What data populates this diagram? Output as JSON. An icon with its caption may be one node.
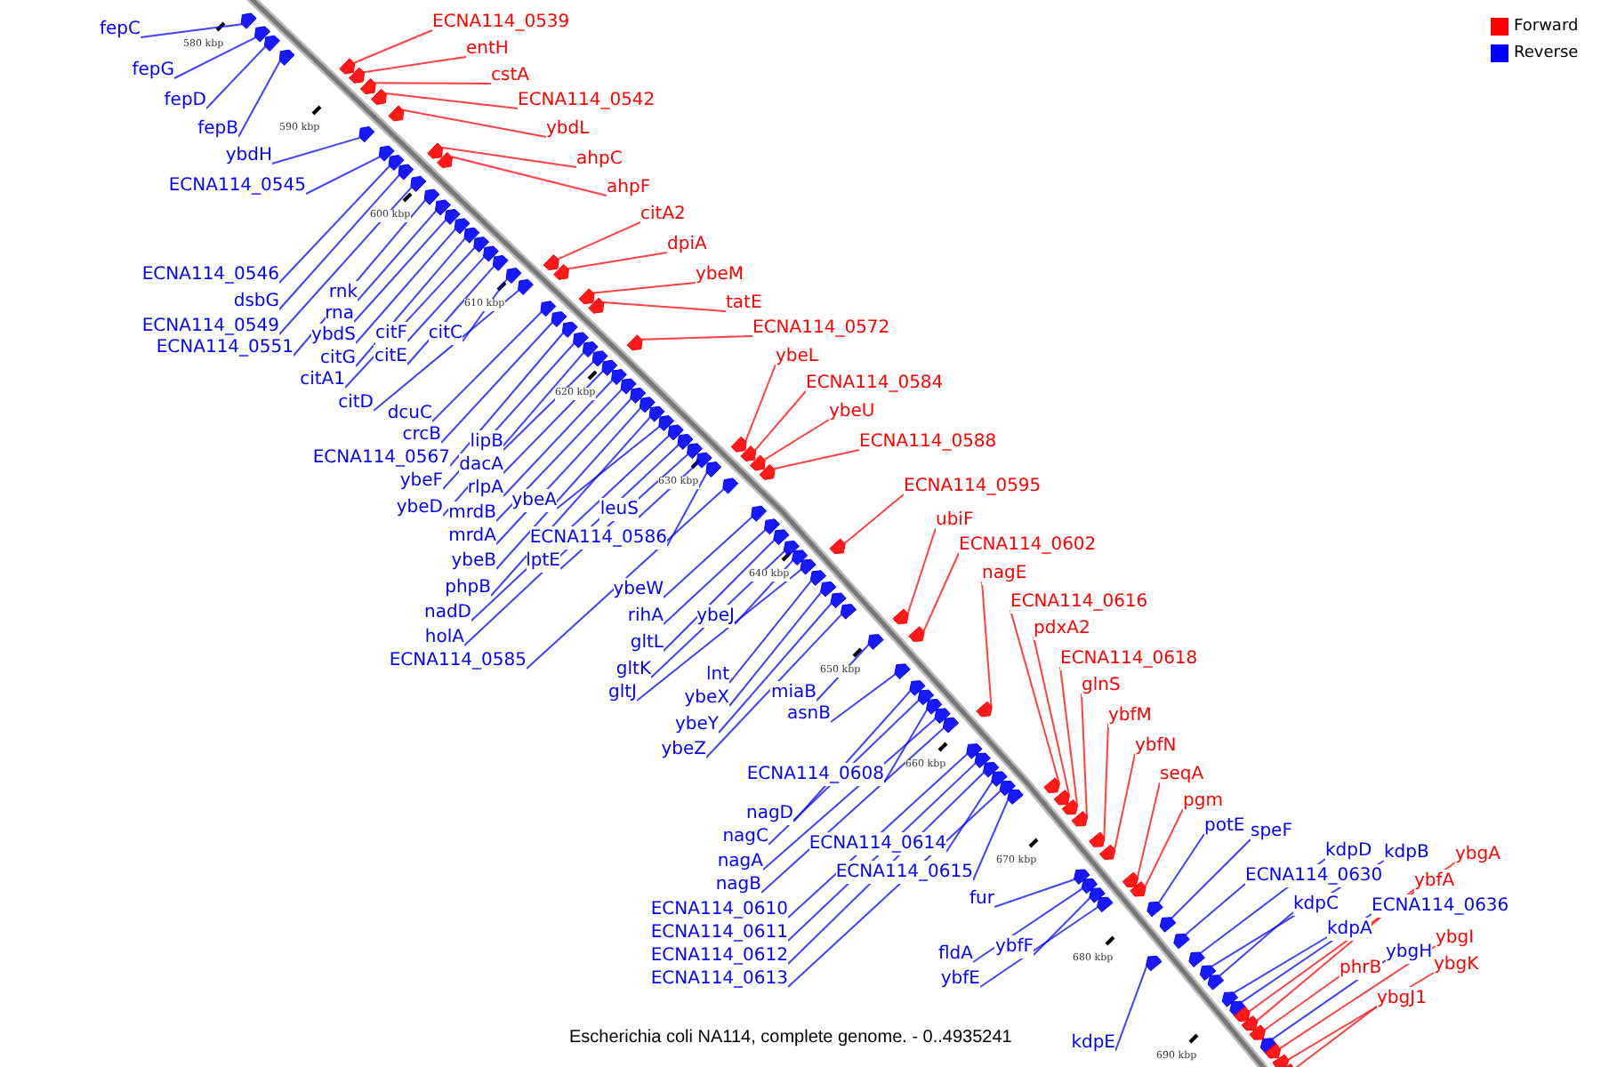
{
  "diagram": {
    "caption": "Escherichia coli NA114, complete genome. - 0..4935241",
    "nodes": [
      {
        "text": [
          "fepC"
        ]
      },
      {
        "text": [
          "fepG"
        ]
      },
      {
        "text": [
          "fepD"
        ]
      },
      {
        "text": [
          "fepB"
        ]
      },
      {
        "text": [
          "ybdH"
        ]
      },
      {
        "text": [
          "ECNA114_0545"
        ]
      },
      {
        "text": [
          "ECNA114_0546"
        ]
      },
      {
        "text": [
          "dsbG"
        ]
      },
      {
        "text": [
          "ECNA114_0549"
        ]
      },
      {
        "text": [
          "ECNA114_0551"
        ]
      },
      {
        "text": [
          "rnk"
        ]
      },
      {
        "text": [
          "rna"
        ]
      },
      {
        "text": [
          "ybdS"
        ]
      },
      {
        "text": [
          "citG"
        ]
      },
      {
        "text": [
          "citA1"
        ]
      },
      {
        "text": [
          "citF"
        ]
      },
      {
        "text": [
          "citE"
        ]
      },
      {
        "text": [
          "citC"
        ]
      },
      {
        "text": [
          "citD"
        ]
      },
      {
        "text": [
          "dcuC"
        ]
      },
      {
        "text": [
          "crcB"
        ]
      },
      {
        "text": [
          "ECNA114_0567"
        ]
      },
      {
        "text": [
          "ybeF"
        ]
      },
      {
        "text": [
          "ybeD"
        ]
      },
      {
        "text": [
          "lipB"
        ]
      },
      {
        "text": [
          "dacA"
        ]
      },
      {
        "text": [
          "rlpA"
        ]
      },
      {
        "text": [
          "mrdB"
        ]
      },
      {
        "text": [
          "mrdA"
        ]
      },
      {
        "text": [
          "ybeB"
        ]
      },
      {
        "text": [
          "phpB"
        ]
      },
      {
        "text": [
          "nadD"
        ]
      },
      {
        "text": [
          "holA"
        ]
      },
      {
        "text": [
          "ECNA114_0585"
        ]
      },
      {
        "text": [
          "ybeA"
        ]
      },
      {
        "text": [
          "lptE"
        ]
      },
      {
        "text": [
          "leuS"
        ]
      },
      {
        "text": [
          "ECNA114_0586"
        ]
      },
      {
        "text": [
          "ybeW"
        ]
      },
      {
        "text": [
          "rihA"
        ]
      },
      {
        "text": [
          "gltL"
        ]
      },
      {
        "text": [
          "gltK"
        ]
      },
      {
        "text": [
          "gltJ"
        ]
      },
      {
        "text": [
          "ybeJ"
        ]
      },
      {
        "text": [
          "lnt"
        ]
      },
      {
        "text": [
          "ybeX"
        ]
      },
      {
        "text": [
          "ybeY"
        ]
      },
      {
        "text": [
          "ybeZ"
        ]
      },
      {
        "text": [
          "miaB"
        ]
      },
      {
        "text": [
          "asnB"
        ]
      },
      {
        "text": [
          "ECNA114_0608"
        ]
      },
      {
        "text": [
          "nagD"
        ]
      },
      {
        "text": [
          "nagC"
        ]
      },
      {
        "text": [
          "nagA"
        ]
      },
      {
        "text": [
          "nagB"
        ]
      },
      {
        "text": [
          "ECNA114_0614"
        ]
      },
      {
        "text": [
          "ECNA114_0615"
        ]
      },
      {
        "text": [
          "ECNA114_0610"
        ]
      },
      {
        "text": [
          "ECNA114_0611"
        ]
      },
      {
        "text": [
          "ECNA114_0612"
        ]
      },
      {
        "text": [
          "ECNA114_0613"
        ]
      },
      {
        "text": [
          "fur"
        ]
      },
      {
        "text": [
          "fldA"
        ]
      },
      {
        "text": [
          "ybfF"
        ]
      },
      {
        "text": [
          "ybfE"
        ]
      },
      {
        "text": [
          "kdpE"
        ]
      },
      {
        "text": [
          "ECNA114_0539"
        ]
      },
      {
        "text": [
          "entH"
        ]
      },
      {
        "text": [
          "cstA"
        ]
      },
      {
        "text": [
          "ECNA114_0542"
        ]
      },
      {
        "text": [
          "ybdL"
        ]
      },
      {
        "text": [
          "ahpC"
        ]
      },
      {
        "text": [
          "ahpF"
        ]
      },
      {
        "text": [
          "citA2"
        ]
      },
      {
        "text": [
          "dpiA"
        ]
      },
      {
        "text": [
          "ybeM"
        ]
      },
      {
        "text": [
          "tatE"
        ]
      },
      {
        "text": [
          "ECNA114_0572"
        ]
      },
      {
        "text": [
          "ybeL"
        ]
      },
      {
        "text": [
          "ECNA114_0584"
        ]
      },
      {
        "text": [
          "ybeU"
        ]
      },
      {
        "text": [
          "ECNA114_0588"
        ]
      },
      {
        "text": [
          "ECNA114_0595"
        ]
      },
      {
        "text": [
          "ubiF"
        ]
      },
      {
        "text": [
          "ECNA114_0602"
        ]
      },
      {
        "text": [
          "nagE"
        ]
      },
      {
        "text": [
          "ECNA114_0616"
        ]
      },
      {
        "text": [
          "pdxA2"
        ]
      },
      {
        "text": [
          "ECNA114_0618"
        ]
      },
      {
        "text": [
          "glnS"
        ]
      },
      {
        "text": [
          "ybfM"
        ]
      },
      {
        "text": [
          "ybfN"
        ]
      },
      {
        "text": [
          "seqA"
        ]
      },
      {
        "text": [
          "pgm"
        ]
      },
      {
        "text": [
          "potE"
        ]
      },
      {
        "text": [
          "speF"
        ]
      },
      {
        "text": [
          "kdpD"
        ]
      },
      {
        "text": [
          "kdpB"
        ]
      },
      {
        "text": [
          "ECNA114_0630"
        ]
      },
      {
        "text": [
          "kdpC"
        ]
      },
      {
        "text": [
          "kdpA"
        ]
      },
      {
        "text": [
          "ECNA114_0636"
        ]
      },
      {
        "text": [
          "ybgH"
        ]
      },
      {
        "text": [
          "ybgA"
        ]
      },
      {
        "text": [
          "ybfA"
        ]
      },
      {
        "text": [
          "phrB"
        ]
      },
      {
        "text": [
          "ybgI"
        ]
      },
      {
        "text": [
          "ybgK"
        ]
      },
      {
        "text": [
          "ybgJ1"
        ]
      },
      {
        "text": [],
        "shape": "arrow"
      },
      {
        "text": [],
        "shape": "arrow"
      },
      {
        "text": [],
        "shape": "arrow"
      },
      {
        "text": [],
        "shape": "arrow"
      },
      {
        "text": [],
        "shape": "arrow"
      },
      {
        "text": [],
        "shape": "arrow"
      },
      {
        "text": [],
        "shape": "arrow"
      },
      {
        "text": [],
        "shape": "arrow"
      },
      {
        "text": [],
        "shape": "arrow"
      },
      {
        "text": [],
        "shape": "arrow"
      },
      {
        "text": [],
        "shape": "arrow"
      },
      {
        "text": [],
        "shape": "arrow"
      },
      {
        "text": [],
        "shape": "arrow"
      },
      {
        "text": [],
        "shape": "arrow"
      },
      {
        "text": [],
        "shape": "arrow"
      },
      {
        "text": [],
        "shape": "arrow"
      },
      {
        "text": [],
        "shape": "arrow"
      },
      {
        "text": [],
        "shape": "arrow"
      },
      {
        "text": [],
        "shape": "arrow"
      },
      {
        "text": [],
        "shape": "arrow"
      },
      {
        "text": [],
        "shape": "arrow"
      },
      {
        "text": [],
        "shape": "arrow"
      },
      {
        "text": [],
        "shape": "arrow"
      },
      {
        "text": [],
        "shape": "arrow"
      },
      {
        "text": [],
        "shape": "arrow"
      },
      {
        "text": [],
        "shape": "arrow"
      },
      {
        "text": [],
        "shape": "arrow"
      },
      {
        "text": [],
        "shape": "arrow"
      },
      {
        "text": [],
        "shape": "arrow"
      },
      {
        "text": [],
        "shape": "arrow"
      },
      {
        "text": [],
        "shape": "arrow"
      },
      {
        "text": [],
        "shape": "arrow"
      },
      {
        "text": [],
        "shape": "arrow"
      },
      {
        "text": [],
        "shape": "arrow"
      },
      {
        "text": [],
        "shape": "arrow"
      },
      {
        "text": [],
        "shape": "arrow"
      },
      {
        "text": [],
        "shape": "arrow"
      },
      {
        "text": [],
        "shape": "arrow"
      },
      {
        "text": [],
        "shape": "arrow"
      },
      {
        "text": [],
        "shape": "arrow"
      },
      {
        "text": [],
        "shape": "arrow"
      },
      {
        "text": [],
        "shape": "arrow"
      },
      {
        "text": [],
        "shape": "arrow"
      },
      {
        "text": [],
        "shape": "arrow"
      },
      {
        "text": [],
        "shape": "arrow"
      },
      {
        "text": [],
        "shape": "arrow"
      },
      {
        "text": [],
        "shape": "arrow"
      },
      {
        "text": [],
        "shape": "arrow"
      },
      {
        "text": [],
        "shape": "arrow"
      },
      {
        "text": [],
        "shape": "arrow"
      },
      {
        "text": [],
        "shape": "arrow"
      },
      {
        "text": [],
        "shape": "arrow"
      },
      {
        "text": [],
        "shape": "arrow"
      },
      {
        "text": [],
        "shape": "arrow"
      },
      {
        "text": [],
        "shape": "arrow"
      },
      {
        "text": [],
        "shape": "arrow"
      },
      {
        "text": [],
        "shape": "arrow"
      },
      {
        "text": [],
        "shape": "arrow"
      },
      {
        "text": [],
        "shape": "arrow"
      },
      {
        "text": [],
        "shape": "arrow"
      },
      {
        "text": [],
        "shape": "arrow"
      },
      {
        "text": [],
        "shape": "arrow"
      },
      {
        "text": [],
        "shape": "arrow"
      },
      {
        "text": [],
        "shape": "arrow"
      },
      {
        "text": [],
        "shape": "arrow"
      },
      {
        "text": [],
        "shape": "arrow"
      },
      {
        "text": [],
        "shape": "arrow"
      },
      {
        "text": [],
        "shape": "arrow"
      },
      {
        "text": [],
        "shape": "arrow"
      },
      {
        "text": [],
        "shape": "arrow"
      },
      {
        "text": [],
        "shape": "arrow"
      },
      {
        "text": [],
        "shape": "arrow"
      },
      {
        "text": [],
        "shape": "arrow"
      },
      {
        "text": [],
        "shape": "arrow"
      },
      {
        "text": [],
        "shape": "arrow"
      },
      {
        "text": [],
        "shape": "arrow"
      },
      {
        "text": [],
        "shape": "arrow"
      },
      {
        "text": [],
        "shape": "arrow"
      },
      {
        "text": [],
        "shape": "arrow"
      },
      {
        "text": [],
        "shape": "arrow"
      },
      {
        "text": [],
        "shape": "arrow"
      },
      {
        "text": [],
        "shape": "arrow"
      },
      {
        "text": [],
        "shape": "arrow"
      },
      {
        "text": [],
        "shape": "arrow"
      },
      {
        "text": [],
        "shape": "arrow"
      },
      {
        "text": [],
        "shape": "arrow"
      },
      {
        "text": [],
        "shape": "arrow"
      },
      {
        "text": [],
        "shape": "arrow"
      },
      {
        "text": [],
        "shape": "arrow"
      },
      {
        "text": [],
        "shape": "arrow"
      },
      {
        "text": [],
        "shape": "arrow"
      },
      {
        "text": [],
        "shape": "arrow"
      },
      {
        "text": [],
        "shape": "arrow"
      },
      {
        "text": [],
        "shape": "arrow"
      },
      {
        "text": [],
        "shape": "arrow"
      },
      {
        "text": [],
        "shape": "arrow"
      },
      {
        "text": [],
        "shape": "arrow"
      },
      {
        "text": [],
        "shape": "arrow"
      },
      {
        "text": [],
        "shape": "arrow"
      },
      {
        "text": [],
        "shape": "arrow"
      },
      {
        "text": [],
        "shape": "arrow"
      },
      {
        "text": [],
        "shape": "arrow"
      },
      {
        "text": [],
        "shape": "arrow"
      },
      {
        "text": [],
        "shape": "arrow"
      },
      {
        "text": [],
        "shape": "arrow"
      },
      {
        "text": [],
        "shape": "arrow"
      },
      {
        "text": [],
        "shape": "arrow"
      },
      {
        "text": [],
        "shape": "arrow"
      },
      {
        "text": [],
        "shape": "arrow"
      }
    ],
    "edges": [
      {
        "from": 0,
        "to": 109,
        "arrow": "none"
      },
      {
        "from": 1,
        "to": 110,
        "arrow": "none"
      },
      {
        "from": 2,
        "to": 111,
        "arrow": "none"
      },
      {
        "from": 3,
        "to": 112,
        "arrow": "none"
      },
      {
        "from": 4,
        "to": 113,
        "arrow": "none"
      },
      {
        "from": 5,
        "to": 114,
        "arrow": "none"
      },
      {
        "from": 6,
        "to": 115,
        "arrow": "none"
      },
      {
        "from": 7,
        "to": 116,
        "arrow": "none"
      },
      {
        "from": 8,
        "to": 117,
        "arrow": "none"
      },
      {
        "from": 9,
        "to": 118,
        "arrow": "none"
      },
      {
        "from": 10,
        "to": 119,
        "arrow": "none"
      },
      {
        "from": 11,
        "to": 120,
        "arrow": "none"
      },
      {
        "from": 12,
        "to": 121,
        "arrow": "none"
      },
      {
        "from": 13,
        "to": 122,
        "arrow": "none"
      },
      {
        "from": 14,
        "to": 123,
        "arrow": "none"
      },
      {
        "from": 15,
        "to": 124,
        "arrow": "none"
      },
      {
        "from": 16,
        "to": 125,
        "arrow": "none"
      },
      {
        "from": 17,
        "to": 126,
        "arrow": "none"
      },
      {
        "from": 18,
        "to": 127,
        "arrow": "none"
      },
      {
        "from": 19,
        "to": 128,
        "arrow": "none"
      },
      {
        "from": 20,
        "to": 129,
        "arrow": "none"
      },
      {
        "from": 21,
        "to": 130,
        "arrow": "none"
      },
      {
        "from": 22,
        "to": 131,
        "arrow": "none"
      },
      {
        "from": 23,
        "to": 132,
        "arrow": "none"
      },
      {
        "from": 24,
        "to": 133,
        "arrow": "none"
      },
      {
        "from": 25,
        "to": 134,
        "arrow": "none"
      },
      {
        "from": 26,
        "to": 135,
        "arrow": "none"
      },
      {
        "from": 27,
        "to": 136,
        "arrow": "none"
      },
      {
        "from": 28,
        "to": 137,
        "arrow": "none"
      },
      {
        "from": 29,
        "to": 138,
        "arrow": "none"
      },
      {
        "from": 30,
        "to": 139,
        "arrow": "none"
      },
      {
        "from": 31,
        "to": 140,
        "arrow": "none"
      },
      {
        "from": 32,
        "to": 141,
        "arrow": "none"
      },
      {
        "from": 33,
        "to": 142,
        "arrow": "none"
      },
      {
        "from": 34,
        "to": 143,
        "arrow": "none"
      },
      {
        "from": 35,
        "to": 144,
        "arrow": "none"
      },
      {
        "from": 36,
        "to": 145,
        "arrow": "none"
      },
      {
        "from": 37,
        "to": 146,
        "arrow": "none"
      },
      {
        "from": 38,
        "to": 147,
        "arrow": "none"
      },
      {
        "from": 39,
        "to": 148,
        "arrow": "none"
      },
      {
        "from": 40,
        "to": 149,
        "arrow": "none"
      },
      {
        "from": 41,
        "to": 150,
        "arrow": "none"
      },
      {
        "from": 42,
        "to": 151,
        "arrow": "none"
      },
      {
        "from": 43,
        "to": 152,
        "arrow": "none"
      },
      {
        "from": 44,
        "to": 153,
        "arrow": "none"
      },
      {
        "from": 45,
        "to": 154,
        "arrow": "none"
      },
      {
        "from": 46,
        "to": 155,
        "arrow": "none"
      },
      {
        "from": 47,
        "to": 156,
        "arrow": "none"
      },
      {
        "from": 48,
        "to": 157,
        "arrow": "none"
      },
      {
        "from": 49,
        "to": 158,
        "arrow": "none"
      },
      {
        "from": 50,
        "to": 159,
        "arrow": "none"
      },
      {
        "from": 51,
        "to": 160,
        "arrow": "none"
      },
      {
        "from": 52,
        "to": 161,
        "arrow": "none"
      },
      {
        "from": 53,
        "to": 162,
        "arrow": "none"
      },
      {
        "from": 54,
        "to": 163,
        "arrow": "none"
      },
      {
        "from": 55,
        "to": 164,
        "arrow": "none"
      },
      {
        "from": 56,
        "to": 165,
        "arrow": "none"
      },
      {
        "from": 57,
        "to": 166,
        "arrow": "none"
      },
      {
        "from": 58,
        "to": 167,
        "arrow": "none"
      },
      {
        "from": 59,
        "to": 168,
        "arrow": "none"
      },
      {
        "from": 60,
        "to": 169,
        "arrow": "none"
      },
      {
        "from": 61,
        "to": 170,
        "arrow": "none"
      },
      {
        "from": 62,
        "to": 171,
        "arrow": "none"
      },
      {
        "from": 63,
        "to": 172,
        "arrow": "none"
      },
      {
        "from": 64,
        "to": 173,
        "arrow": "none"
      },
      {
        "from": 65,
        "to": 174,
        "arrow": "none"
      },
      {
        "from": 66,
        "to": 175,
        "arrow": "none",
        "color": "#ff0000"
      },
      {
        "from": 67,
        "to": 176,
        "arrow": "none",
        "color": "#ff0000"
      },
      {
        "from": 68,
        "to": 177,
        "arrow": "none",
        "color": "#ff0000"
      },
      {
        "from": 69,
        "to": 178,
        "arrow": "none",
        "color": "#ff0000"
      },
      {
        "from": 70,
        "to": 179,
        "arrow": "none",
        "color": "#ff0000"
      },
      {
        "from": 71,
        "to": 180,
        "arrow": "none",
        "color": "#ff0000"
      },
      {
        "from": 72,
        "to": 181,
        "arrow": "none",
        "color": "#ff0000"
      },
      {
        "from": 73,
        "to": 182,
        "arrow": "none",
        "color": "#ff0000"
      },
      {
        "from": 74,
        "to": 183,
        "arrow": "none",
        "color": "#ff0000"
      },
      {
        "from": 75,
        "to": 184,
        "arrow": "none",
        "color": "#ff0000"
      },
      {
        "from": 76,
        "to": 185,
        "arrow": "none",
        "color": "#ff0000"
      },
      {
        "from": 77,
        "to": 186,
        "arrow": "none",
        "color": "#ff0000"
      },
      {
        "from": 78,
        "to": 187,
        "arrow": "none",
        "color": "#ff0000"
      },
      {
        "from": 79,
        "to": 188,
        "arrow": "none",
        "color": "#ff0000"
      },
      {
        "from": 80,
        "to": 189,
        "arrow": "none",
        "color": "#ff0000"
      },
      {
        "from": 81,
        "to": 190,
        "arrow": "none",
        "color": "#ff0000"
      },
      {
        "from": 82,
        "to": 191,
        "arrow": "none",
        "color": "#ff0000"
      },
      {
        "from": 83,
        "to": 192,
        "arrow": "none",
        "color": "#ff0000"
      },
      {
        "from": 84,
        "to": 193,
        "arrow": "none",
        "color": "#ff0000"
      },
      {
        "from": 85,
        "to": 194,
        "arrow": "none",
        "color": "#ff0000"
      },
      {
        "from": 86,
        "to": 195,
        "arrow": "none",
        "color": "#ff0000"
      },
      {
        "from": 87,
        "to": 196,
        "arrow": "none",
        "color": "#ff0000"
      },
      {
        "from": 88,
        "to": 197,
        "arrow": "none",
        "color": "#ff0000"
      },
      {
        "from": 89,
        "to": 198,
        "arrow": "none",
        "color": "#ff0000"
      },
      {
        "from": 90,
        "to": 199,
        "arrow": "none",
        "color": "#ff0000"
      },
      {
        "from": 91,
        "to": 200,
        "arrow": "none",
        "color": "#ff0000"
      },
      {
        "from": 92,
        "to": 201,
        "arrow": "none",
        "color": "#ff0000"
      },
      {
        "from": 93,
        "to": 202,
        "arrow": "none",
        "color": "#ff0000"
      },
      {
        "from": 94,
        "to": 203,
        "arrow": "none"
      },
      {
        "from": 95,
        "to": 204,
        "arrow": "none"
      },
      {
        "from": 96,
        "to": 205,
        "arrow": "none"
      },
      {
        "from": 97,
        "to": 206,
        "arrow": "none"
      },
      {
        "from": 98,
        "to": 207,
        "arrow": "none"
      },
      {
        "from": 99,
        "to": 208,
        "arrow": "none"
      },
      {
        "from": 100,
        "to": 209,
        "arrow": "none"
      },
      {
        "from": 101,
        "to": 210,
        "arrow": "none"
      },
      {
        "from": 102,
        "to": 211,
        "arrow": "none"
      },
      {
        "from": 103,
        "to": 212,
        "arrow": "none",
        "color": "#ff0000"
      },
      {
        "from": 104,
        "to": 213,
        "arrow": "none",
        "color": "#ff0000"
      },
      {
        "from": 105,
        "to": 214,
        "arrow": "none",
        "color": "#ff0000"
      },
      {
        "from": 106,
        "to": 215,
        "arrow": "none",
        "color": "#ff0000"
      },
      {
        "from": 107,
        "to": 216,
        "arrow": "none",
        "color": "#ff0000"
      },
      {
        "from": 108,
        "to": 217,
        "arrow": "none",
        "color": "#ff0000"
      }
    ],
    "labels": [
      "580 kbp",
      "590 kbp",
      "600 kbp",
      "610 kbp",
      "620 kbp",
      "630 kbp",
      "640 kbp",
      "650 kbp",
      "660 kbp",
      "670 kbp",
      "680 kbp",
      "690 kbp"
    ],
    "legend": [
      {
        "text": "Forward",
        "color": "#ff0000"
      },
      {
        "text": "Reverse",
        "color": "#0000ff"
      }
    ]
  }
}
